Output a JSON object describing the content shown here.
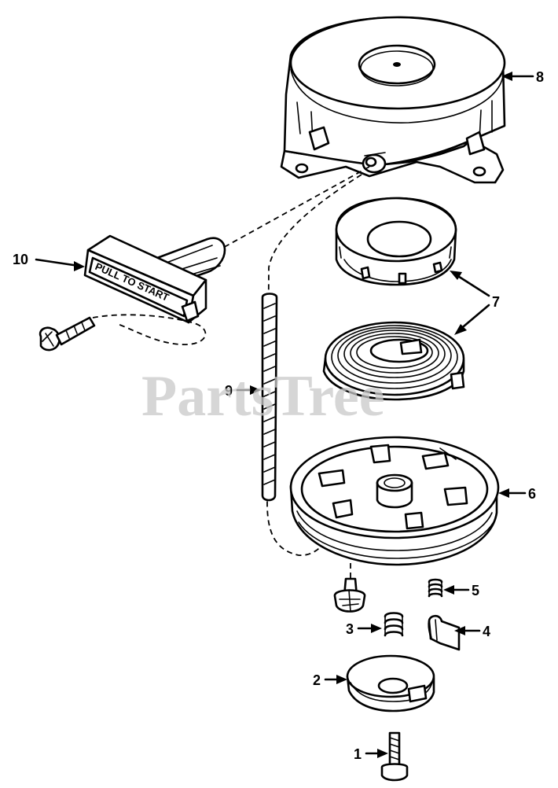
{
  "watermark": "PartsTree",
  "handle_label": "PULL TO START",
  "callouts": {
    "c1": "1",
    "c2": "2",
    "c3": "3",
    "c4": "4",
    "c5": "5",
    "c6": "6",
    "c7": "7",
    "c8": "8",
    "c9": "9",
    "c10": "10"
  },
  "icons": [
    "housing-icon",
    "pulley-icon",
    "spring-icon",
    "handle-icon",
    "screw-icon"
  ],
  "colors": {
    "ink": "#000000",
    "background": "#ffffff",
    "watermark": "#c8c8c8"
  }
}
